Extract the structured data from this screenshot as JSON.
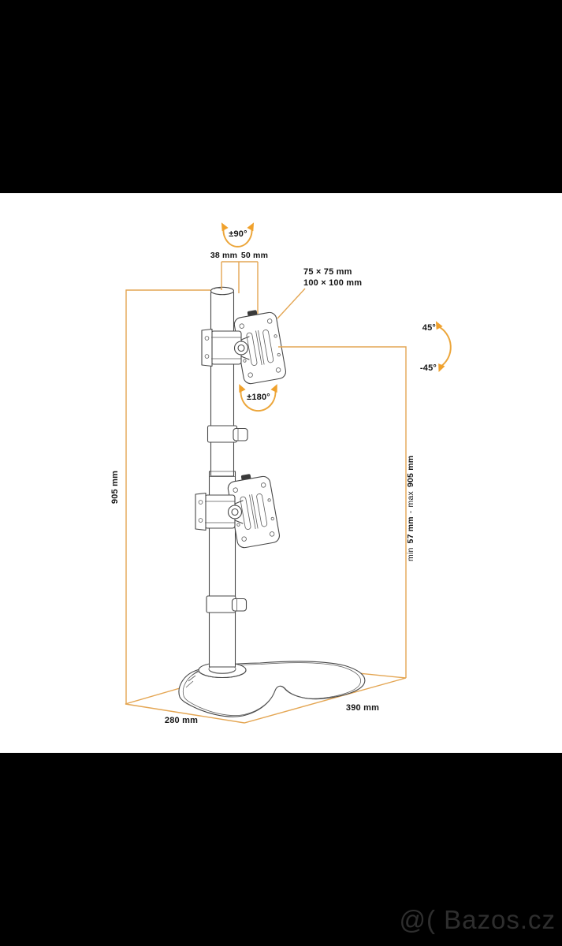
{
  "figure": {
    "title": "dual-monitor-stand-technical-drawing",
    "rotation_pole": "±90°",
    "dim_pole": "38 mm",
    "dim_offset": "50 mm",
    "vesa_sizes": [
      "75 × 75 mm",
      "100 × 100 mm"
    ],
    "tilt_up": "45°",
    "tilt_down": "-45°",
    "rotation_plate": "±180°",
    "pole_height": "905 mm",
    "height_min_label": "min",
    "height_min_value": "57 mm",
    "height_separator": "-",
    "height_max_label": "max",
    "height_max_value": "905 mm",
    "base_depth": "280 mm",
    "base_width": "390 mm"
  },
  "colors": {
    "dimension_line": "#E4A653",
    "arrow": "#F0A12C",
    "line_art": "#474747",
    "canvas": "#ffffff",
    "frame": "#000000",
    "watermark_text": "#2e2e2e"
  },
  "watermark": {
    "text": "@( Bazos.cz"
  }
}
